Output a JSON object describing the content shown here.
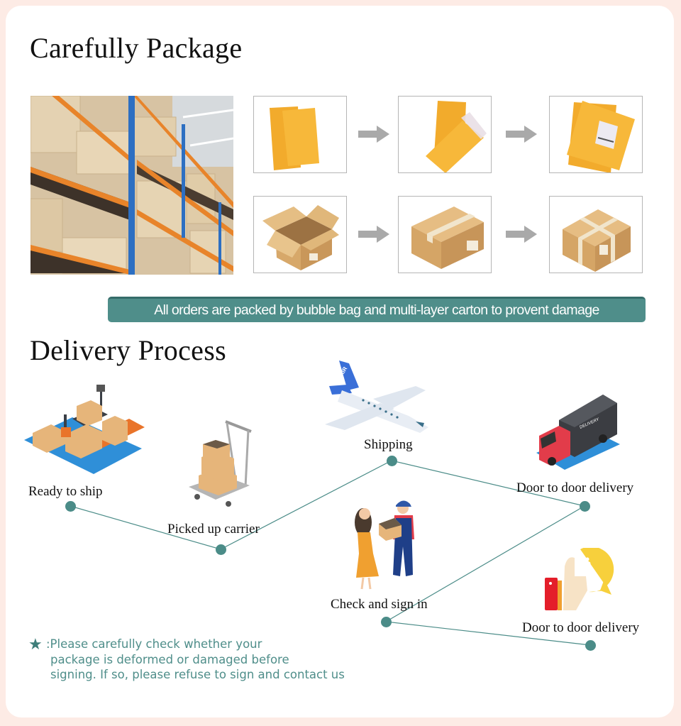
{
  "sections": {
    "packaging": {
      "title": "Carefully Package",
      "photo": "warehouse-shelves-photo",
      "steps_rows": [
        {
          "name": "bubble-bag-row",
          "items": [
            "bubble-bags-empty",
            "bubble-bag-sealing",
            "bubble-bag-labeled"
          ]
        },
        {
          "name": "carton-row",
          "items": [
            "carton-open",
            "carton-taped",
            "carton-cross-taped"
          ]
        }
      ],
      "arrow_icon": "right-arrow-icon",
      "banner": "All orders are packed by bubble bag and multi-layer carton to provent damage"
    },
    "delivery": {
      "title": "Delivery Process",
      "steps": [
        {
          "label": "Ready to ship",
          "icon": "warehouse-pallets-icon"
        },
        {
          "label": "Picked up carrier",
          "icon": "hand-truck-boxes-icon"
        },
        {
          "label": "Shipping",
          "icon": "airplane-icon"
        },
        {
          "label": "Door to door delivery",
          "icon": "delivery-truck-icon"
        },
        {
          "label": "Check and sign in",
          "icon": "courier-handover-icon"
        },
        {
          "label": "Door to door delivery",
          "icon": "thumbs-up-review-icon"
        }
      ],
      "truck_text": "DELIVERY",
      "plane_text": "AIR"
    },
    "note": {
      "star": "★",
      "colon": ":",
      "lines": [
        "Please carefully check whether your",
        "package is deformed or damaged before",
        "signing. If so, please refuse to sign and contact us"
      ]
    }
  },
  "colors": {
    "accent": "#4f8e8a",
    "border_bg": "#fdebe5",
    "arrow": "#a9a9a9",
    "bag": "#f5b335",
    "carton": "#d9ad72"
  }
}
